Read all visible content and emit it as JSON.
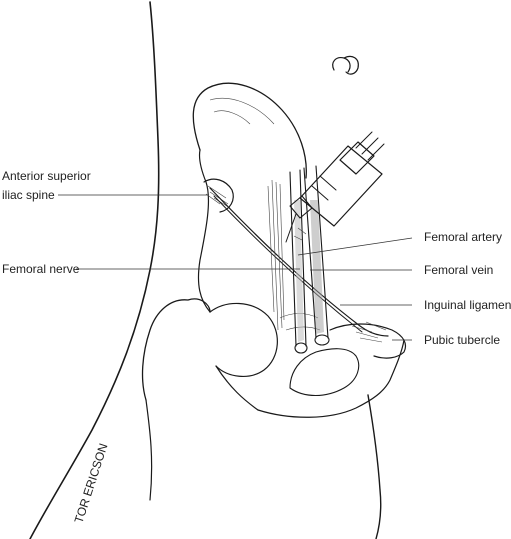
{
  "labels": {
    "asis_line1": "Anterior superior",
    "asis_line2": "iliac spine",
    "femoral_nerve": "Femoral nerve",
    "femoral_artery": "Femoral artery",
    "femoral_vein": "Femoral vein",
    "inguinal_ligament": "Inguinal ligament",
    "pubic_tubercle": "Pubic tubercle"
  },
  "signature": "TOR ERICSON"
}
